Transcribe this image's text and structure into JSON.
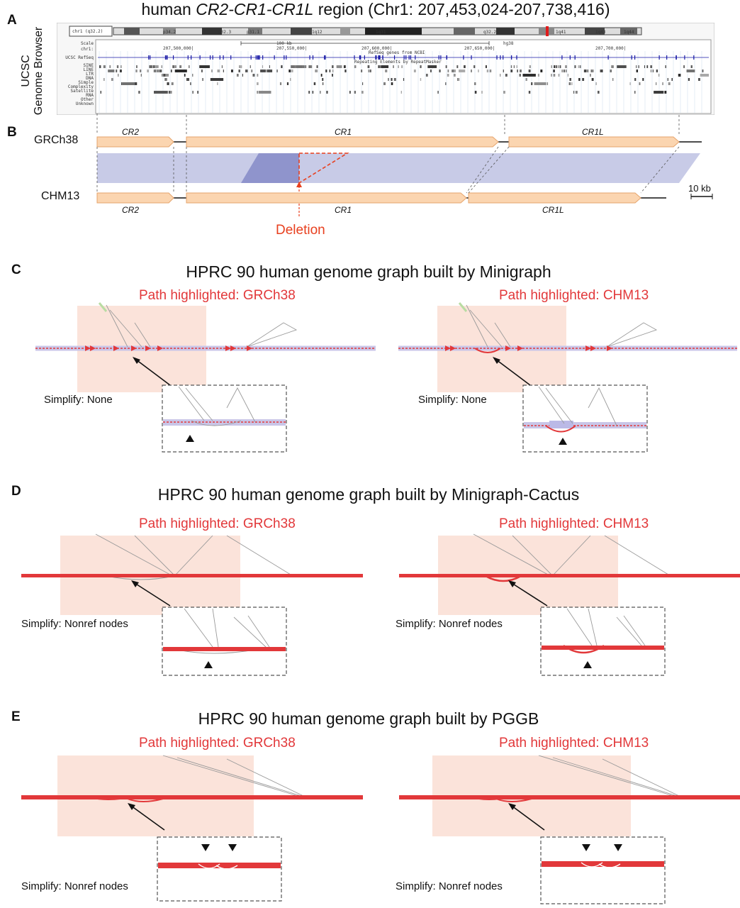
{
  "figure": {
    "title_prefix": "human ",
    "title_italic": "CR2-CR1-CR1L",
    "title_suffix": " region (Chr1: 207,453,024-207,738,416)"
  },
  "panels": {
    "a": {
      "letter": "A",
      "side_label_line1": "UCSC",
      "side_label_line2": "Genome Browser",
      "browser": {
        "ideogram_chrom": "chr1 (q32.2)",
        "ideogram_bands": [
          "p34.2",
          "p32.3",
          "p31.1",
          "1q12",
          "1q31",
          "q32.2",
          "1q41",
          "1q43",
          "1q44"
        ],
        "track_labels": [
          "Scale",
          "chr1:",
          "UCSC RefSeq",
          "SINE",
          "LINE",
          "LTR",
          "DNA",
          "Simple",
          "Complexity",
          "Satellite",
          "RNA",
          "Other",
          "Unknown"
        ],
        "scale_text": "100 kb",
        "assembly": "hg38",
        "positions": [
          "207,500,000|",
          "207,550,000|",
          "207,600,000|",
          "207,650,000|",
          "207,700,000|"
        ],
        "refseq_caption": "RefSeq genes from NCBI",
        "repeat_caption": "Repeating Elements by RepeatMasker"
      }
    },
    "b": {
      "letter": "B",
      "assembly_top": "GRCh38",
      "assembly_bottom": "CHM13",
      "genes_top": [
        "CR2",
        "CR1",
        "CR1L"
      ],
      "genes_bottom": [
        "CR2",
        "CR1",
        "CR1L"
      ],
      "deletion_label": "Deletion",
      "scale_label": "10 kb",
      "colors": {
        "gene_fill": "#fbd5b0",
        "gene_stroke": "#e6a46c",
        "alignment": "#c5c8e6",
        "deletion": "#e8401f"
      }
    },
    "c": {
      "letter": "C",
      "title": "HPRC 90 human genome graph built by Minigraph",
      "left": {
        "path_label": "Path highlighted: GRCh38",
        "simplify": "Simplify: None"
      },
      "right": {
        "path_label": "Path highlighted: CHM13",
        "simplify": "Simplify: None"
      }
    },
    "d": {
      "letter": "D",
      "title": "HPRC 90 human genome graph built by Minigraph-Cactus",
      "left": {
        "path_label": "Path highlighted: GRCh38",
        "simplify": "Simplify: Nonref nodes"
      },
      "right": {
        "path_label": "Path highlighted: CHM13",
        "simplify": "Simplify: Nonref nodes"
      }
    },
    "e": {
      "letter": "E",
      "title": "HPRC 90 human genome graph built by PGGB",
      "left": {
        "path_label": "Path highlighted: GRCh38",
        "simplify": "Simplify: Nonref nodes"
      },
      "right": {
        "path_label": "Path highlighted: CHM13",
        "simplify": "Simplify: Nonref nodes"
      }
    }
  },
  "colors": {
    "highlight_path": "#e2383a",
    "zoom_region": "#fbe3da",
    "graph_edge": "#9a9a9a"
  }
}
